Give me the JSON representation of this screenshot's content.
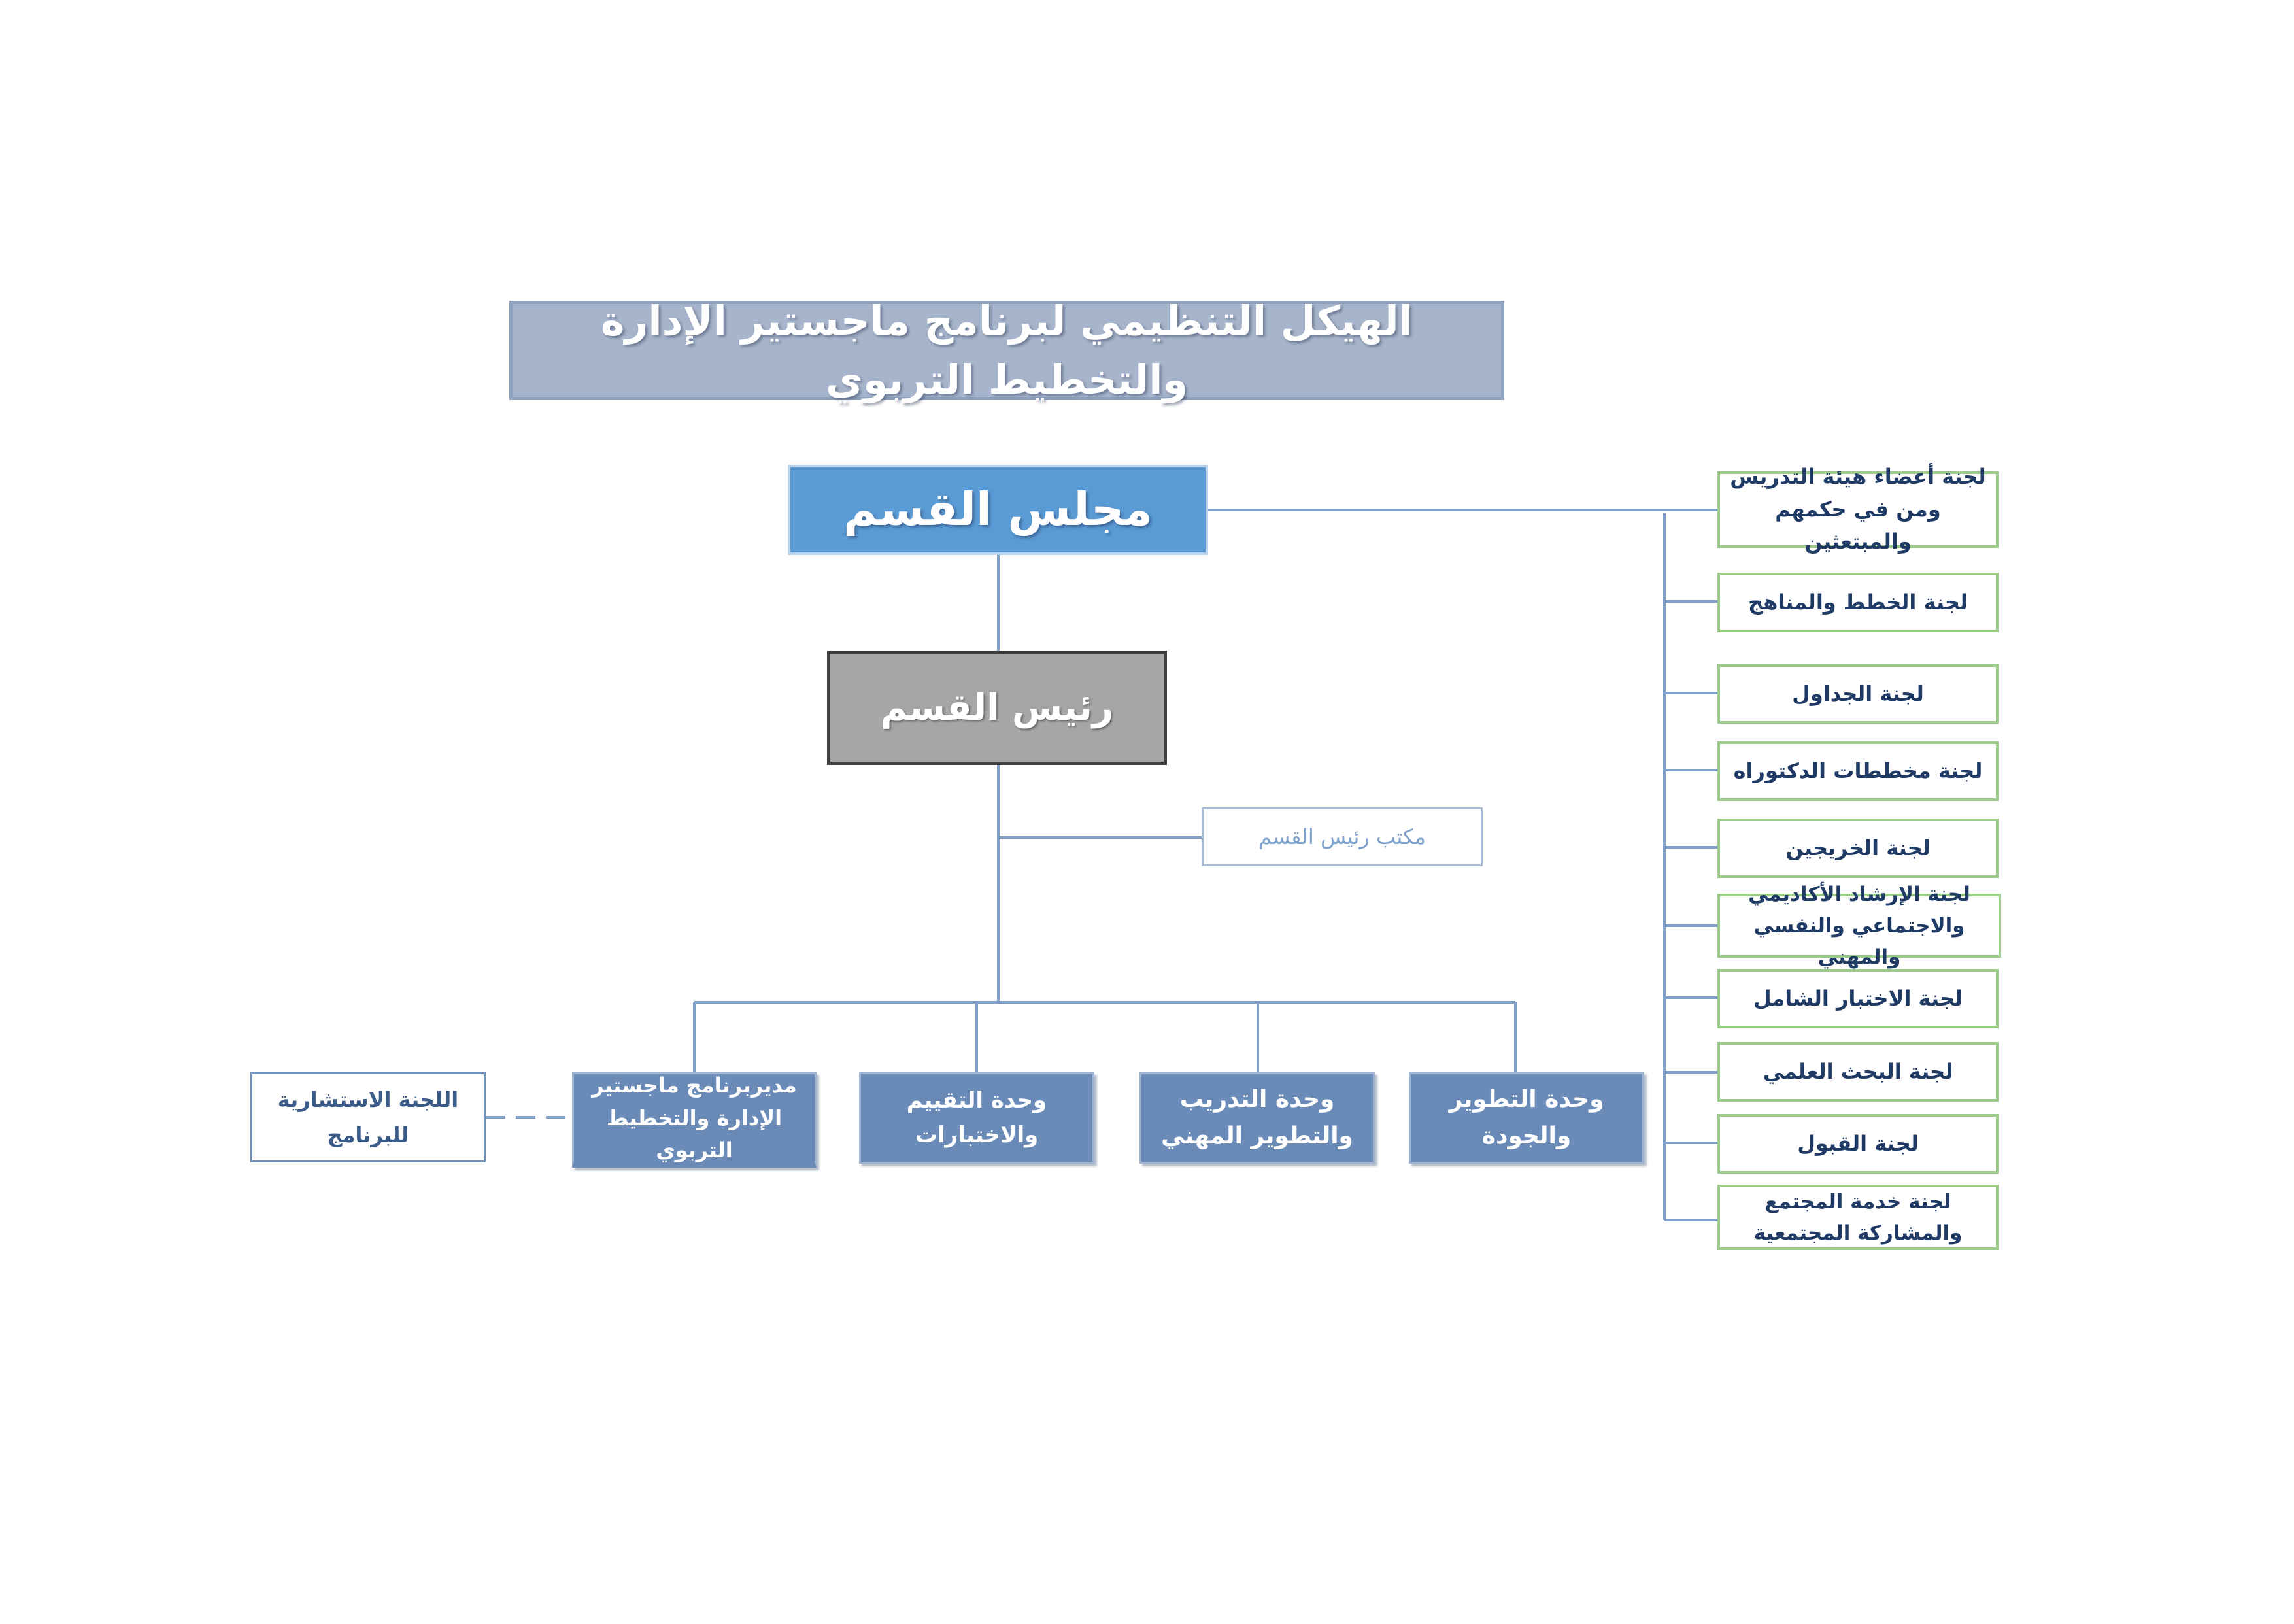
{
  "title": "الهيكل التنظيمي لبرنامج ماجستير الإدارة والتخطيط التربوي",
  "council": "مجلس القسم",
  "department_head": "رئيس القسم",
  "head_office": "مكتب رئيس القسم",
  "units": [
    {
      "label": "وحدة التطوير والجودة"
    },
    {
      "label": "وحدة التدريب والتطوير المهني"
    },
    {
      "label": "وحدة التقييم والاختبارات"
    },
    {
      "label": "مديربرنامج ماجستير الإدارة والتخطيط التربوي"
    }
  ],
  "advisory_committee": "اللجنة الاستشارية للبرنامج",
  "committees": [
    {
      "label": "لجنة أعضاء هيئة التدريس ومن في حكمهم والمبتعثين"
    },
    {
      "label": "لجنة الخطط والمناهج"
    },
    {
      "label": "لجنة الجداول"
    },
    {
      "label": "لجنة مخططات الدكتوراه"
    },
    {
      "label": "لجنة الخريجين"
    },
    {
      "label": "لجنة الإرشاد الأكاديمي والاجتماعي والنفسي والمهني"
    },
    {
      "label": "لجنة الاختبار الشامل"
    },
    {
      "label": "لجنة البحث العلمي"
    },
    {
      "label": "لجنة القبول"
    },
    {
      "label": "لجنة خدمة المجتمع والمشاركة المجتمعية"
    }
  ],
  "colors": {
    "title_bg": "#a6b5cc",
    "council_bg": "#5b9bd5",
    "head_bg": "#a6a6a6",
    "unit_bg": "#6a8bb8",
    "committee_border": "#9ccb8a",
    "connector": "#7f9fcb"
  }
}
